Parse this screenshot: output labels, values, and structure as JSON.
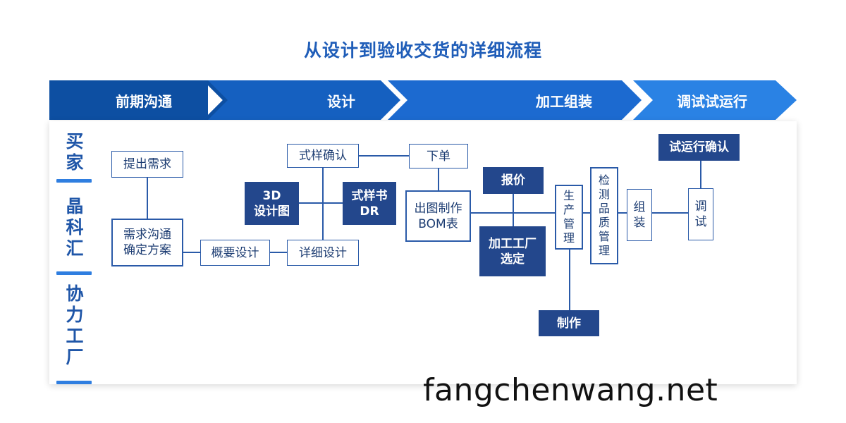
{
  "title": "从设计到验收交货的详细流程",
  "phases": [
    "前期沟通",
    "设计",
    "加工组装",
    "调试试运行"
  ],
  "parties": [
    "买\n家",
    "晶\n科\n汇",
    "协\n力\n工\n厂"
  ],
  "nodes": {
    "tichu": "提出需求",
    "xuqiu": "需求沟通\n确定方案",
    "gaiyao": "概要设计",
    "xiangxi": "详细设计",
    "shiyang_queren": "式样确认",
    "sheji_3d": "3D\n设计图",
    "shiyangshu": "式样书\nDR",
    "xiadan": "下单",
    "chutu": "出图制作\nBOM表",
    "baojia": "报价",
    "jiagong_xuanding": "加工工厂\n选定",
    "shengchan": "生\n产\n管\n理",
    "zhizuo": "制作",
    "jiance": "检\n测\n品\n质\n管\n理",
    "zuzhuang": "组\n装",
    "tiaoshi": "调\n试",
    "shiyunxing": "试运行确认"
  },
  "watermark": "fangchenwang.net",
  "colors": {
    "title": "#1f5db8",
    "phase_dark": "#0d4fa2",
    "phase_mid": "#1560c0",
    "phase_light": "#2a82e4",
    "box_border": "#2a5aa8",
    "box_fill": "#23478c",
    "accent_bar": "#2f7ee0"
  }
}
